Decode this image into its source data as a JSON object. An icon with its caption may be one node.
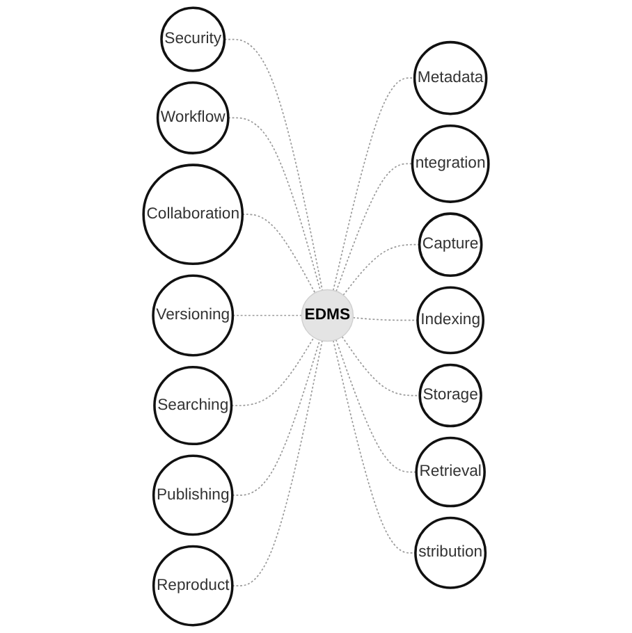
{
  "diagram": {
    "nodes": [
      {
        "text": [
          "EDMS"
        ]
      },
      {
        "text": [
          "Metadata"
        ]
      },
      {
        "text": [
          "ntegration"
        ]
      },
      {
        "text": [
          "Capture"
        ]
      },
      {
        "text": [
          "Indexing"
        ]
      },
      {
        "text": [
          "Storage"
        ]
      },
      {
        "text": [
          "Retrieval"
        ]
      },
      {
        "text": [
          "stribution"
        ]
      },
      {
        "text": [
          "Security"
        ]
      },
      {
        "text": [
          "Workflow"
        ]
      },
      {
        "text": [
          "Collaboration"
        ]
      },
      {
        "text": [
          "Versioning"
        ]
      },
      {
        "text": [
          "Searching"
        ]
      },
      {
        "text": [
          "Publishing"
        ]
      },
      {
        "text": [
          "Reproduct"
        ]
      }
    ],
    "edges": [
      {
        "from": 0,
        "to": 1,
        "arrow": "none"
      },
      {
        "from": 0,
        "to": 2,
        "arrow": "none"
      },
      {
        "from": 0,
        "to": 3,
        "arrow": "none"
      },
      {
        "from": 0,
        "to": 4,
        "arrow": "none"
      },
      {
        "from": 0,
        "to": 5,
        "arrow": "none"
      },
      {
        "from": 0,
        "to": 6,
        "arrow": "none"
      },
      {
        "from": 0,
        "to": 7,
        "arrow": "none"
      },
      {
        "from": 8,
        "to": 0,
        "arrow": "none"
      },
      {
        "from": 9,
        "to": 0,
        "arrow": "none"
      },
      {
        "from": 10,
        "to": 0,
        "arrow": "none"
      },
      {
        "from": 11,
        "to": 0,
        "arrow": "none"
      },
      {
        "from": 12,
        "to": 0,
        "arrow": "none"
      },
      {
        "from": 13,
        "to": 0,
        "arrow": "none"
      },
      {
        "from": 14,
        "to": 0,
        "arrow": "none"
      }
    ]
  }
}
